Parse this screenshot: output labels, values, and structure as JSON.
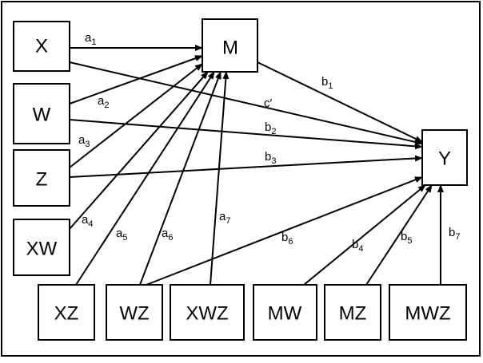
{
  "nodes": {
    "x": "X",
    "w": "W",
    "z": "Z",
    "xw": "XW",
    "m": "M",
    "y": "Y",
    "xz": "XZ",
    "wz": "WZ",
    "xwz": "XWZ",
    "mw": "MW",
    "mz": "MZ",
    "mwz": "MWZ"
  },
  "paths": {
    "a1": {
      "main": "a",
      "sub": "1"
    },
    "a2": {
      "main": "a",
      "sub": "2"
    },
    "a3": {
      "main": "a",
      "sub": "3"
    },
    "a4": {
      "main": "a",
      "sub": "4"
    },
    "a5": {
      "main": "a",
      "sub": "5"
    },
    "a6": {
      "main": "a",
      "sub": "6"
    },
    "a7": {
      "main": "a",
      "sub": "7"
    },
    "b1": {
      "main": "b",
      "sub": "1"
    },
    "b2": {
      "main": "b",
      "sub": "2"
    },
    "b3": {
      "main": "b",
      "sub": "3"
    },
    "b4": {
      "main": "b",
      "sub": "4"
    },
    "b5": {
      "main": "b",
      "sub": "5"
    },
    "b6": {
      "main": "b",
      "sub": "6"
    },
    "b7": {
      "main": "b",
      "sub": "7"
    },
    "c_prime": "c′"
  }
}
